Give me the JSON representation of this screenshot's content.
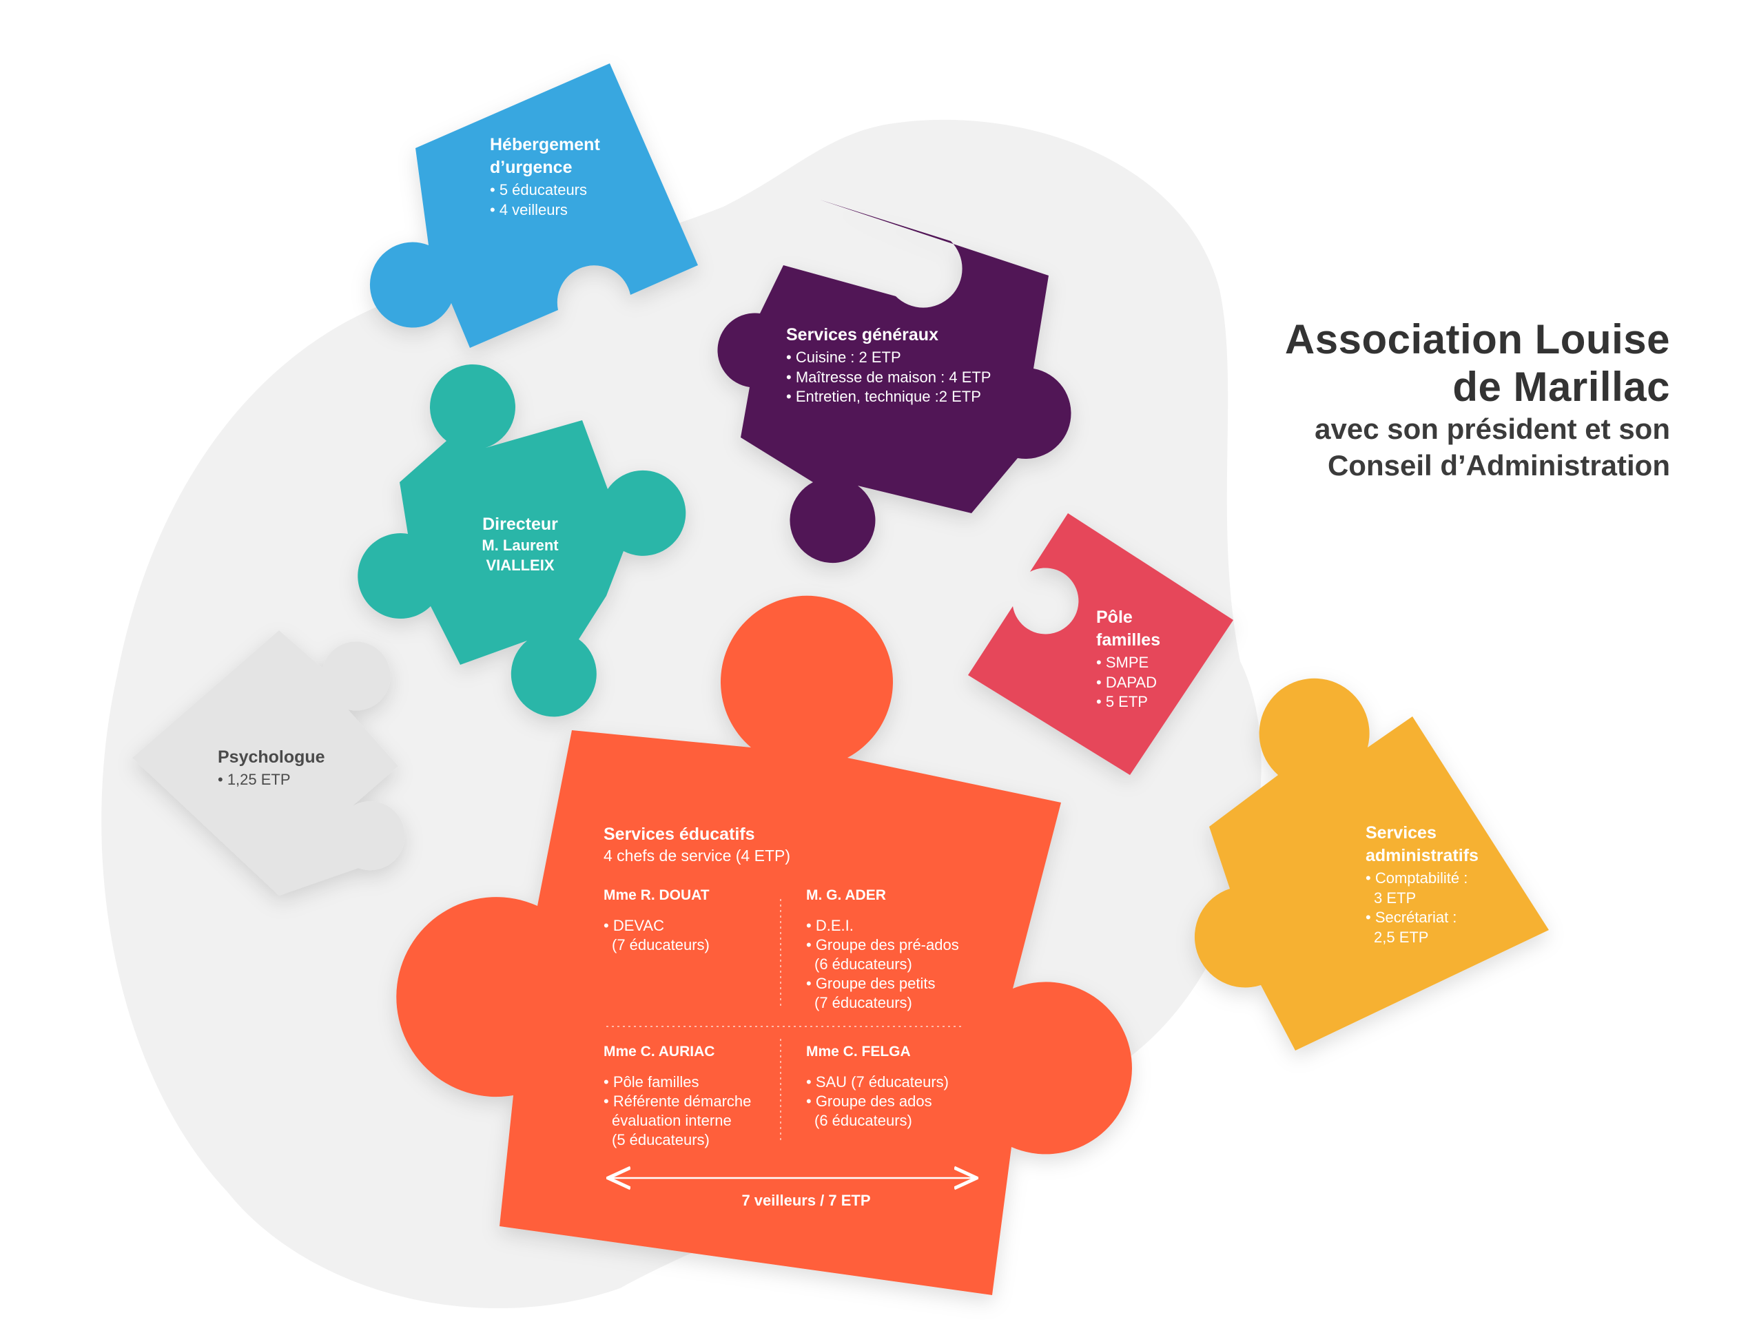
{
  "colors": {
    "blob": "#f1f1f1",
    "hebergement": "#37a7e0",
    "services_generaux": "#511256",
    "directeur": "#29b6a8",
    "pole_familles": "#e6465a",
    "psychologue": "#e4e4e4",
    "services_educatifs": "#ff5e3a",
    "services_administratifs": "#f6b133",
    "heading": "#333333"
  },
  "heading": {
    "line1": "Association Louise",
    "line2": "de Marillac",
    "line3": "avec son président et son",
    "line4": "Conseil d’Administration"
  },
  "hebergement": {
    "title_1": "Hébergement",
    "title_2": "d’urgence",
    "items": [
      "• 5 éducateurs",
      "• 4 veilleurs"
    ]
  },
  "services_generaux": {
    "title": "Services généraux",
    "items": [
      "• Cuisine : 2 ETP",
      "• Maîtresse de maison : 4 ETP",
      "• Entretien, technique :2 ETP"
    ]
  },
  "directeur": {
    "title": "Directeur",
    "name_1": "M. Laurent",
    "name_2": "VIALLEIX"
  },
  "pole_familles": {
    "title_1": "Pôle",
    "title_2": "familles",
    "items": [
      "• SMPE",
      "• DAPAD",
      "• 5 ETP"
    ]
  },
  "psychologue": {
    "title": "Psychologue",
    "items": [
      "• 1,25 ETP"
    ]
  },
  "services_educatifs": {
    "title": "Services éducatifs",
    "subtitle": "4 chefs de service (4 ETP)",
    "douat": {
      "name": "Mme R. DOUAT",
      "items": [
        "• DEVAC",
        "(7 éducateurs)"
      ]
    },
    "ader": {
      "name": "M. G. ADER",
      "items": [
        "• D.E.I.",
        "• Groupe des pré-ados",
        "(6 éducateurs)",
        "• Groupe des petits",
        "(7 éducateurs)"
      ]
    },
    "auriac": {
      "name": "Mme C. AURIAC",
      "items": [
        "• Pôle familles",
        "• Référente démarche",
        "évaluation interne",
        "(5 éducateurs)"
      ]
    },
    "felga": {
      "name": "Mme C. FELGA",
      "items": [
        "• SAU (7 éducateurs)",
        "• Groupe des ados",
        "(6 éducateurs)"
      ]
    },
    "veilleurs": "7 veilleurs / 7 ETP"
  },
  "services_administratifs": {
    "title_1": "Services",
    "title_2": "administratifs",
    "items": [
      "• Comptabilité :",
      "3 ETP",
      "• Secrétariat :",
      "2,5 ETP"
    ]
  }
}
